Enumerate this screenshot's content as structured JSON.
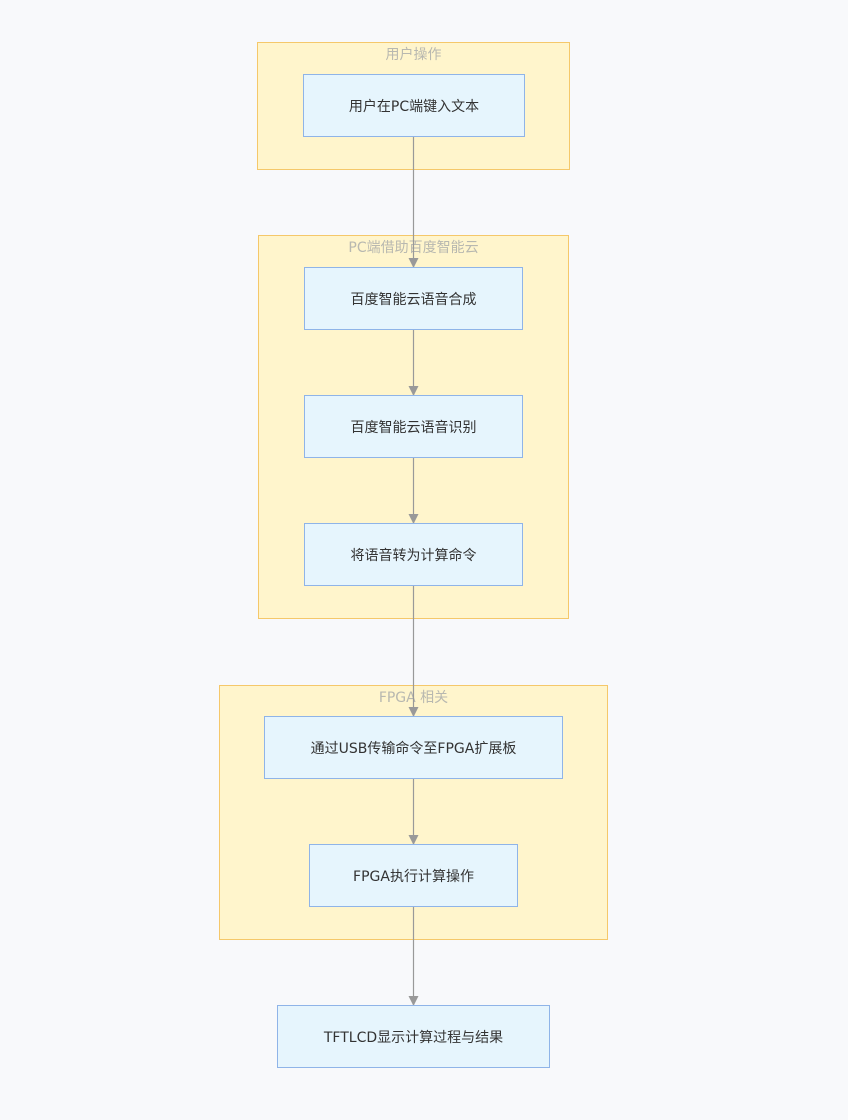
{
  "groups": {
    "user": {
      "title": "用户操作"
    },
    "pc": {
      "title": "PC端借助百度智能云"
    },
    "fpga": {
      "title": "FPGA 相关"
    }
  },
  "nodes": {
    "input_text": "用户在PC端键入文本",
    "tts": "百度智能云语音合成",
    "asr": "百度智能云语音识别",
    "to_command": "将语音转为计算命令",
    "usb_transfer": "通过USB传输命令至FPGA扩展板",
    "fpga_compute": "FPGA执行计算操作",
    "display": "TFTLCD显示计算过程与结果"
  },
  "colors": {
    "group_fill": "#fff5cc",
    "group_border": "#f5c86a",
    "node_fill": "#e6f5fd",
    "node_border": "#8fb4e8",
    "edge": "#999999"
  }
}
